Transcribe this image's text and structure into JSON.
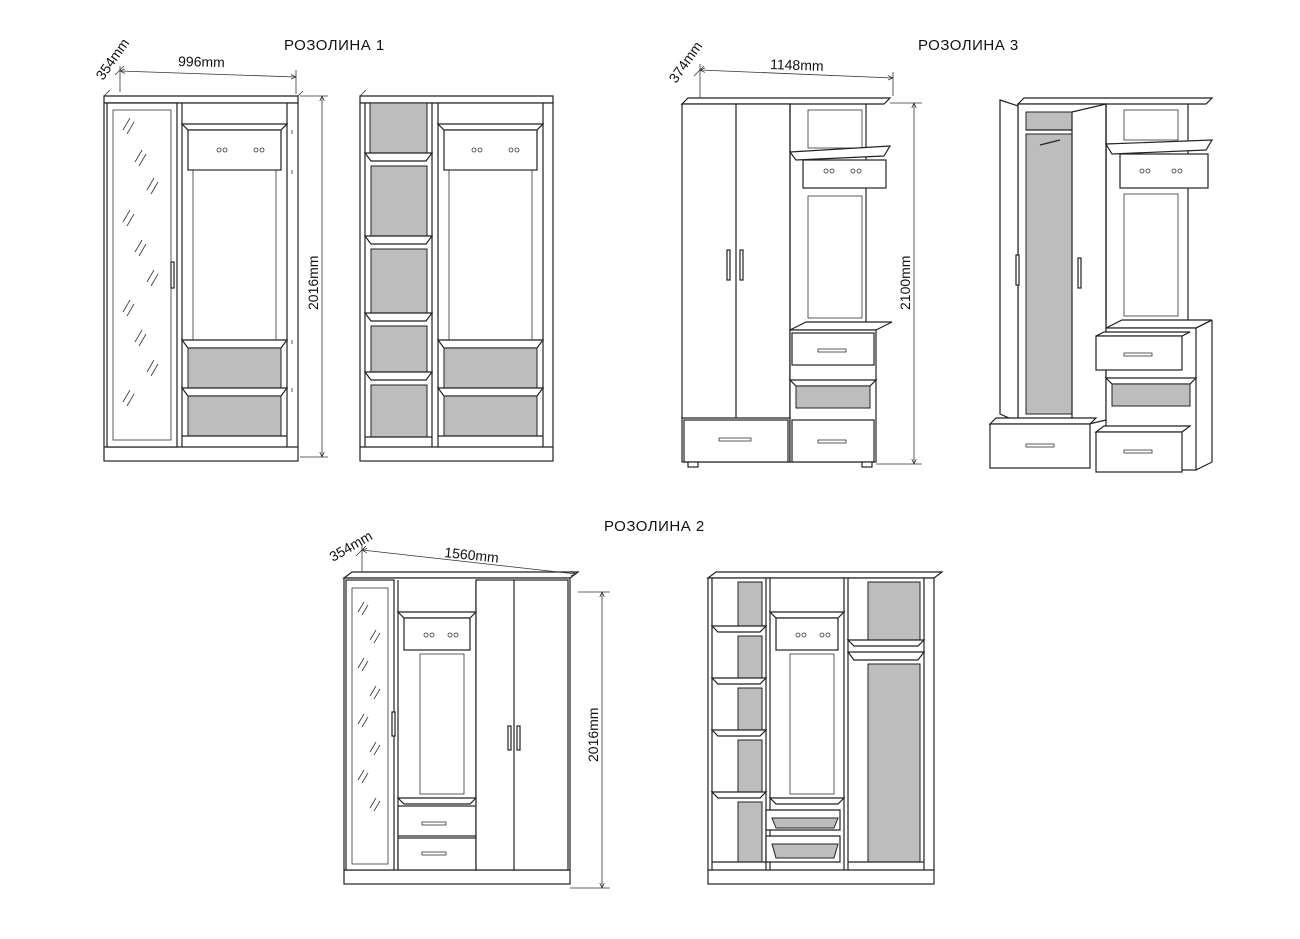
{
  "products": [
    {
      "title": "РОЗОЛИНА 1",
      "depth": "354mm",
      "width": "996mm",
      "height": "2016mm"
    },
    {
      "title": "РОЗОЛИНА 3",
      "depth": "374mm",
      "width": "1148mm",
      "height": "2100mm"
    },
    {
      "title": "РОЗОЛИНА 2",
      "depth": "354mm",
      "width": "1560mm",
      "height": "2016mm"
    }
  ]
}
